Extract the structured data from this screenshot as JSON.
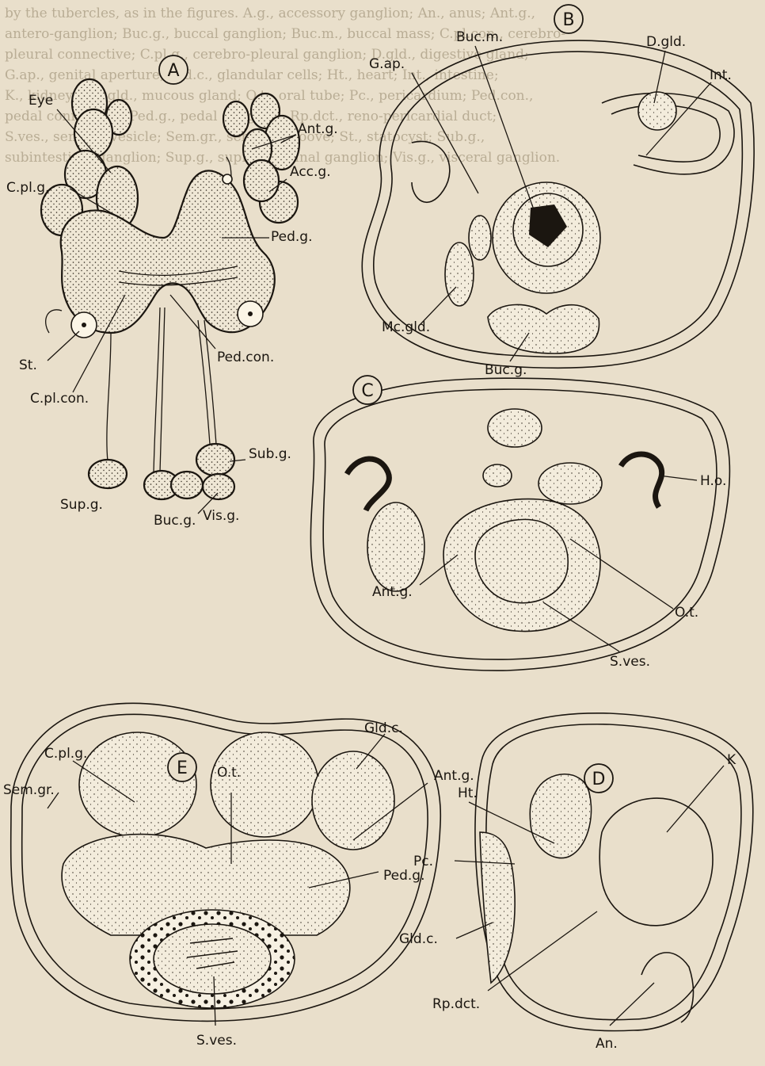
{
  "background_text_lines": [
    "by the tubercles, as in the figures. A.g., accessory ganglion; An., anus; Ant.g.,",
    "antero-ganglion; Buc.g., buccal ganglion; Buc.m., buccal mass; C.pl.con., cerebro-",
    "pleural connective; C.pl.g., cerebro-pleural ganglion; D.gld., digestive gland;",
    "G.ap., genital aperture; Gld.c., glandular cells; Ht., heart; Int., intestine;",
    "K., kidney; Mc.gld., mucous gland; O.t., oral tube; Pc., pericardium; Ped.con.,",
    "pedal connective; Ped.g., pedal ganglion; Rp.dct., reno-pericardial duct;",
    "S.ves., seminal vesicle; Sem.gr., seminal groove; St., statocyst; Sub.g.,",
    "subintestinal ganglion; Sup.g., supraintestinal ganglion; Vis.g., visceral ganglion."
  ],
  "panels": [
    {
      "letter": "A",
      "labels": [
        "Eye",
        "C.pl.g.",
        "St.",
        "C.pl.con.",
        "Sup.g.",
        "Buc.g.",
        "Ped.con.",
        "Ped.g.",
        "Ant.g.",
        "Acc.g.",
        "Sub.g.",
        "Vis.g."
      ]
    },
    {
      "letter": "B",
      "labels": [
        "G.ap.",
        "Buc.m.",
        "D.gld.",
        "Int.",
        "Mc.gld.",
        "Buc.g."
      ]
    },
    {
      "letter": "C",
      "labels": [
        "H.o.",
        "Ant.g.",
        "O.t.",
        "S.ves."
      ]
    },
    {
      "letter": "D",
      "labels": [
        "K",
        "Ht.",
        "Pc.",
        "Gld.c.",
        "Rp.dct.",
        "An."
      ]
    },
    {
      "letter": "E",
      "labels": [
        "O.t.",
        "C.pl.g.",
        "Sem.gr.",
        "Gld.c.",
        "Ant.g.",
        "Ped.g.",
        "S.ves."
      ]
    }
  ]
}
